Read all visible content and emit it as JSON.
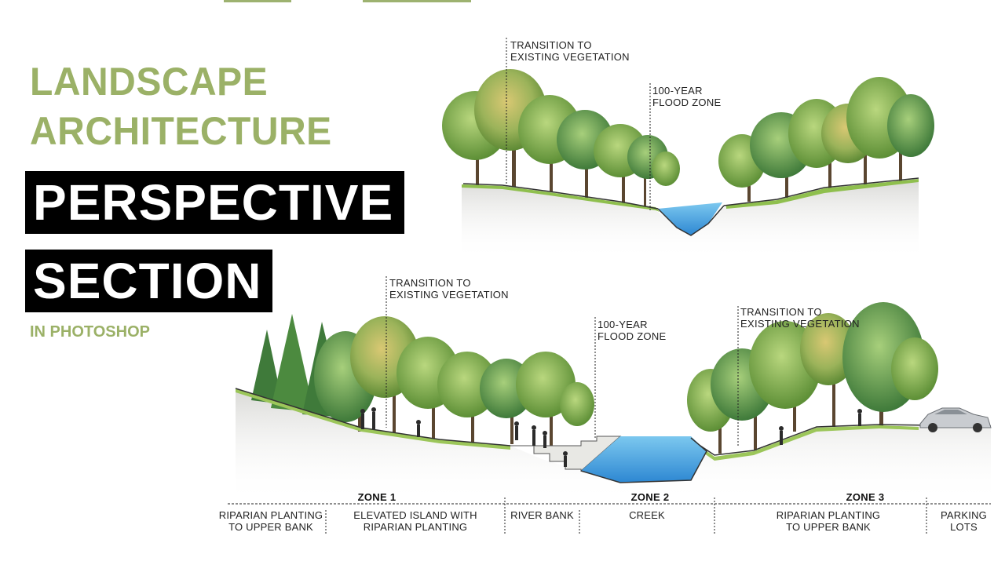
{
  "title": {
    "line1": "LANDSCAPE",
    "line2": "ARCHITECTURE",
    "line3": "PERSPECTIVE",
    "line4": "SECTION",
    "subtitle": "IN PHOTOSHOP"
  },
  "colors": {
    "accent_green": "#9bb167",
    "title_block_bg": "#000000",
    "water_blue": "#5ab4e8",
    "foliage_green": "#7fae4a",
    "grass_green": "#9cc65a"
  },
  "upper_section": {
    "annotations": [
      {
        "line1": "TRANSITION TO",
        "line2": "EXISTING VEGETATION"
      },
      {
        "line1": "100-YEAR",
        "line2": "FLOOD ZONE"
      }
    ]
  },
  "lower_section": {
    "annotations": [
      {
        "line1": "TRANSITION TO",
        "line2": "EXISTING VEGETATION"
      },
      {
        "line1": "100-YEAR",
        "line2": "FLOOD ZONE"
      },
      {
        "line1": "TRANSITION TO",
        "line2": "EXISTING VEGETATION"
      }
    ],
    "zones": [
      "ZONE 1",
      "ZONE 2",
      "ZONE 3"
    ],
    "labels": [
      {
        "line1": "RIPARIAN PLANTING",
        "line2": "TO UPPER BANK"
      },
      {
        "line1": "ELEVATED ISLAND WITH",
        "line2": "RIPARIAN PLANTING"
      },
      {
        "line1": "RIVER BANK",
        "line2": ""
      },
      {
        "line1": "CREEK",
        "line2": ""
      },
      {
        "line1": "RIPARIAN PLANTING",
        "line2": "TO UPPER BANK"
      },
      {
        "line1": "PARKING",
        "line2": "LOTS"
      }
    ]
  }
}
